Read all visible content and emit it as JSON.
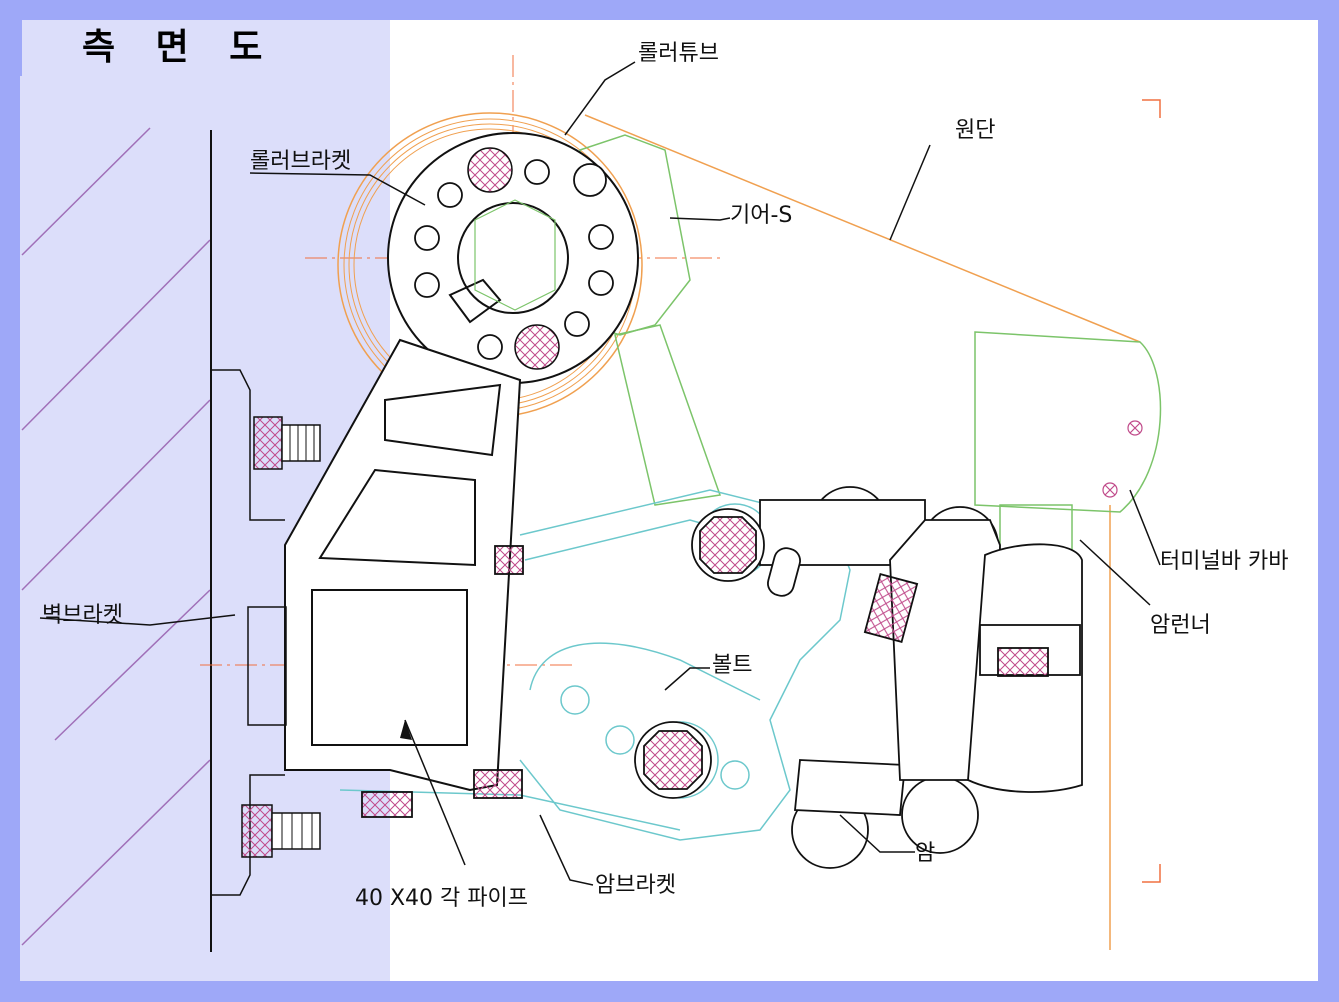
{
  "title": "측 면 도",
  "labels": {
    "roller_tube": "롤러튜브",
    "fabric": "원단",
    "roller_bracket": "롤러브라켓",
    "gear_s": "기어-S",
    "terminal_bar_cover": "터미널바 카바",
    "arm_runner": "암런너",
    "wall_bracket": "벽브라켓",
    "bolt": "볼트",
    "arm": "암",
    "square_pipe": "40 X40 각 파이프",
    "arm_bracket": "암브라켓"
  },
  "colors": {
    "frame": "#9ea8f8",
    "wall_panel": "#dcdefa",
    "canvas": "#ffffff",
    "outline": "#111111",
    "hatch": "#c04a8a",
    "fabric_line": "#f0a050",
    "green_parts": "#7cc46a",
    "cyan_parts": "#6cc8cc",
    "center_line": "#f07040"
  }
}
